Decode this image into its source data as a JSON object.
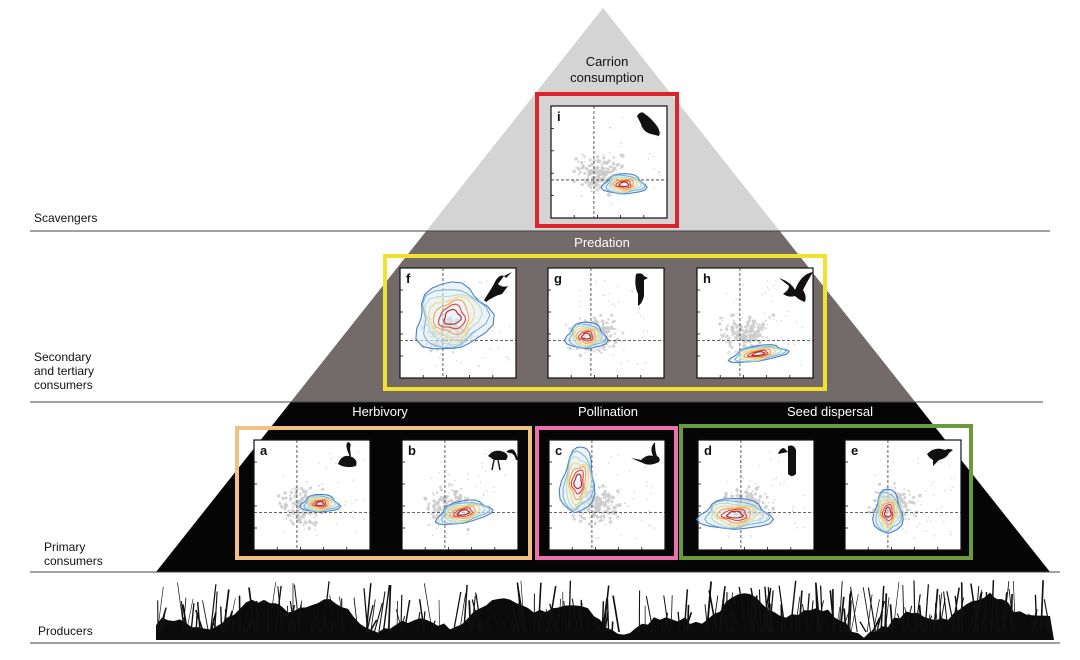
{
  "levels": {
    "scavengers": "Scavengers",
    "secondary": [
      "Secondary",
      "and tertiary",
      "consumers"
    ],
    "primary": [
      "Primary",
      "consumers"
    ],
    "producers": "Producers"
  },
  "headers": {
    "carrion": [
      "Carrion",
      "consumption"
    ],
    "predation": "Predation",
    "herbivory": "Herbivory",
    "pollination": "Pollination",
    "seed_dispersal": "Seed dispersal"
  },
  "colors": {
    "tier_top": "#d4d4d4",
    "tier_mid": "#736a6a",
    "tier_bottom": "#050505",
    "frame_carrion": "#d9252b",
    "frame_predation": "#f1e232",
    "frame_herbivory": "#f0c181",
    "frame_pollination": "#ee6fae",
    "frame_seed": "#6b9a3b"
  },
  "panels": [
    {
      "id": "a",
      "label": "a",
      "icon": "swan-icon"
    },
    {
      "id": "b",
      "label": "b",
      "icon": "ibis-icon"
    },
    {
      "id": "c",
      "label": "c",
      "icon": "hummingbird-icon"
    },
    {
      "id": "d",
      "label": "d",
      "icon": "toucan-icon"
    },
    {
      "id": "e",
      "label": "e",
      "icon": "songbird-icon"
    },
    {
      "id": "f",
      "label": "f",
      "icon": "heron-icon"
    },
    {
      "id": "g",
      "label": "g",
      "icon": "woodpecker-icon"
    },
    {
      "id": "h",
      "label": "h",
      "icon": "eagle-icon"
    },
    {
      "id": "i",
      "label": "i",
      "icon": "vulture-icon"
    }
  ]
}
